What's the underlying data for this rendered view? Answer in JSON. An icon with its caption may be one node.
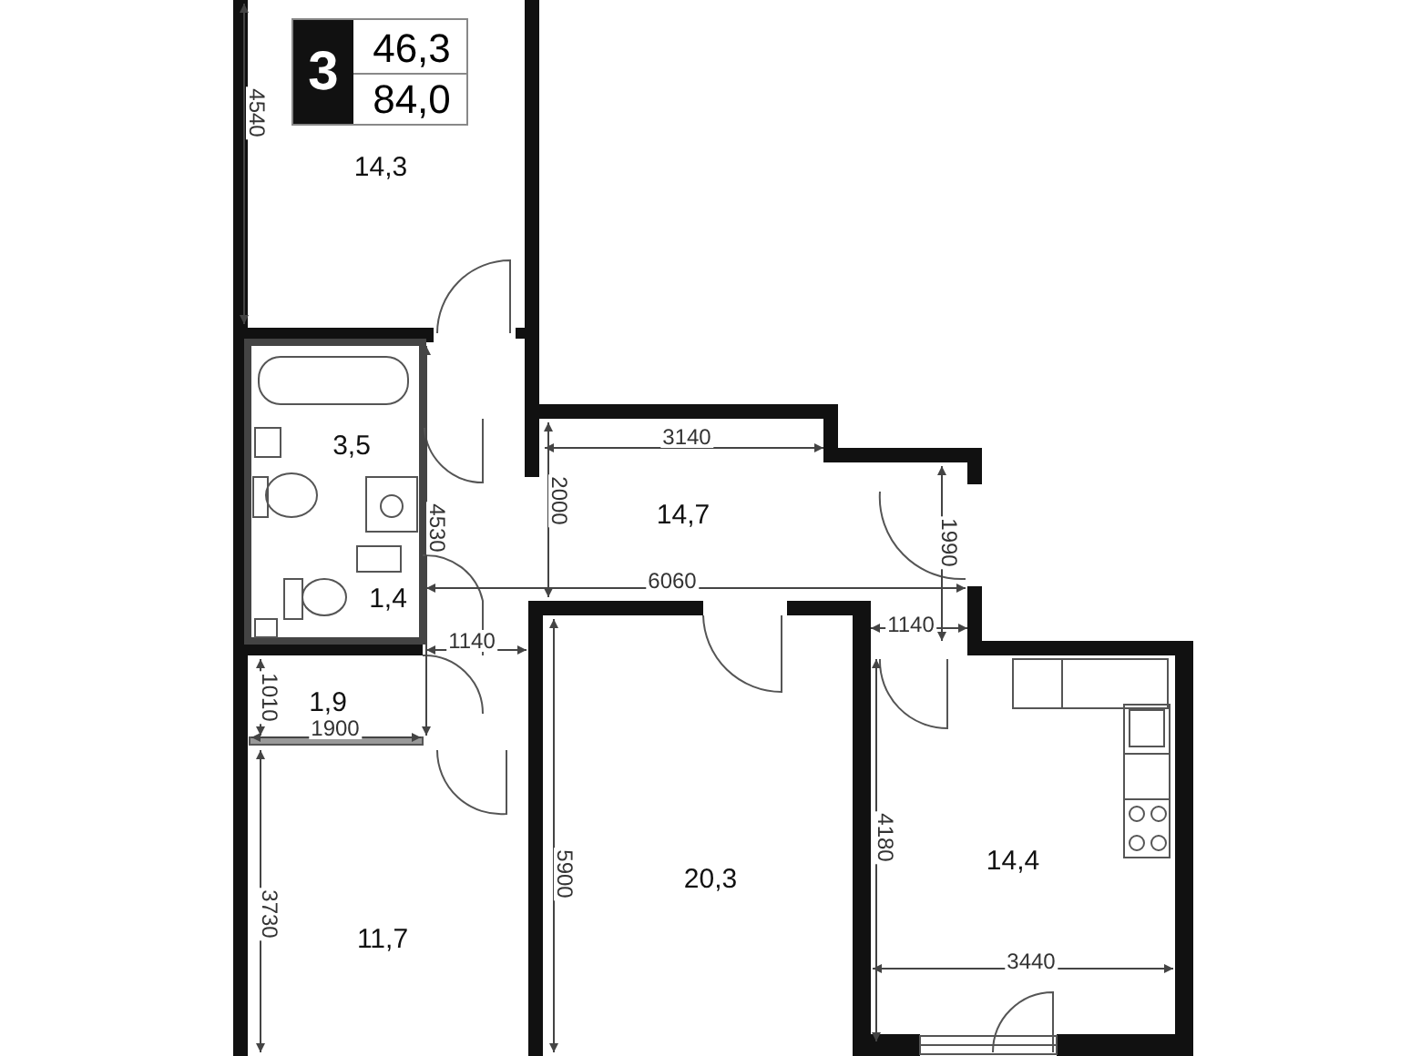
{
  "diagram": {
    "nodes": [
      {
        "text": [
          "3",
          "46,3",
          "84,0"
        ]
      }
    ],
    "labels": [
      "4540",
      "14,3",
      "3140",
      "3,5",
      "2000",
      "14,7",
      "4530",
      "1990",
      "6060",
      "1,4",
      "1140",
      "1140",
      "1,9",
      "1010",
      "1900",
      "4180",
      "14,4",
      "5900",
      "20,3",
      "3730",
      "11,7",
      "3440"
    ]
  }
}
